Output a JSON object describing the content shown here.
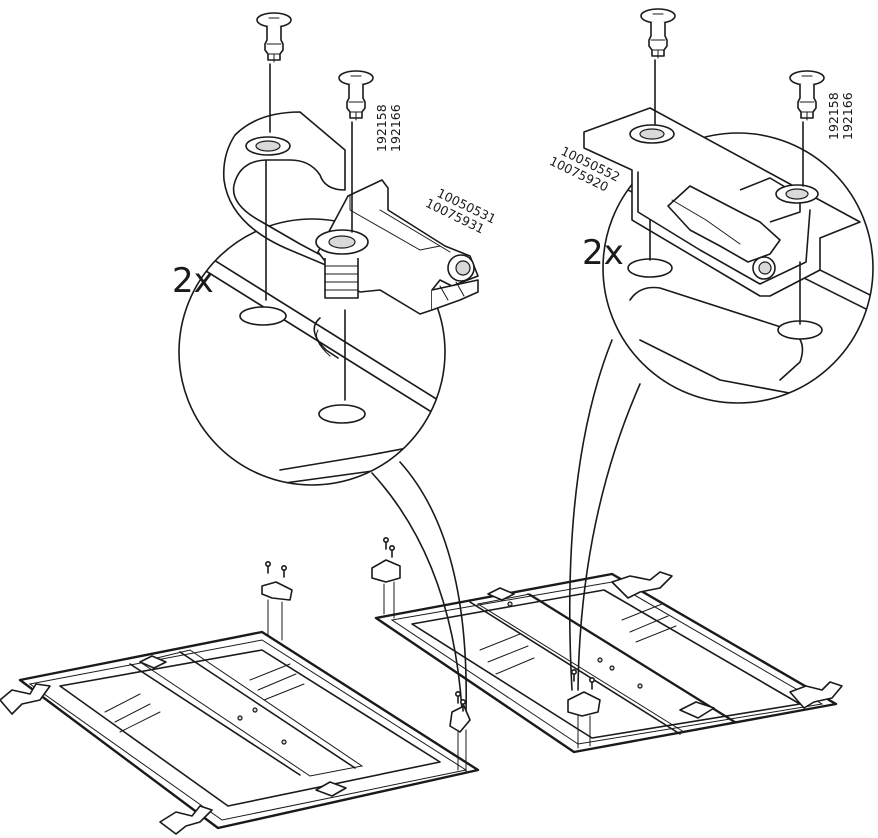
{
  "left_step": {
    "quantity": "2x",
    "screw_part_numbers": [
      "192158",
      "192166"
    ],
    "hinge_part_numbers": [
      "10050531",
      "10075931"
    ]
  },
  "right_step": {
    "quantity": "2x",
    "screw_part_numbers": [
      "192158",
      "192166"
    ],
    "hinge_part_numbers": [
      "10050552",
      "10075920"
    ]
  }
}
